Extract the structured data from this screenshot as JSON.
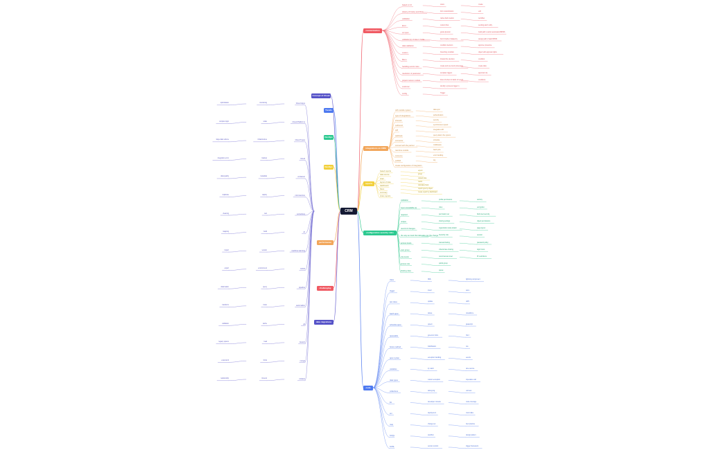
{
  "root": {
    "label": "CRM"
  },
  "colors": {
    "red": "#f05a63",
    "orange": "#f2a65a",
    "yellow": "#f2d03b",
    "green": "#2cc990",
    "blue": "#4d79f0",
    "purple": "#5653c8",
    "link_red": "#f06470",
    "link_orange": "#f3aa60",
    "link_yellow": "#f0cf40",
    "link_green": "#33c98f",
    "link_blue": "#5b82f0",
    "link_purple": "#6a63d0"
  },
  "branches": [
    {
      "label": "customization",
      "color": "red"
    },
    {
      "label": "integrations on CRM",
      "color": "orange"
    },
    {
      "label": "reports",
      "color": "yellow"
    },
    {
      "label": "configuration security rules",
      "color": "green"
    },
    {
      "label": "code",
      "color": "blue"
    },
    {
      "label": "Concept of Cloud",
      "color": "purple"
    },
    {
      "label": "Trends",
      "color": "blue"
    },
    {
      "label": "DevOps",
      "color": "green"
    },
    {
      "label": "DevOps",
      "color": "yellow"
    },
    {
      "label": "performance",
      "color": "orange"
    },
    {
      "label": "challenging",
      "color": "red"
    },
    {
      "label": "data migrations",
      "color": "purple"
    }
  ],
  "nodes": {
    "customization": [
      "based on UI",
      "History of history and Flow",
      "validation",
      "Error",
      "on input",
      "validation(s) of data in fields",
      "data validation",
      "custom",
      "Menu",
      "handling events rules",
      "resolution of parameter",
      "project custom module",
      "customer",
      "config",
      "views",
      "form customization",
      "native field creation",
      "custom flow",
      "guide dynamic",
      "Form/ fields of dataentry",
      "condition decision",
      "branching condition",
      "forward the decision",
      "create and use trend processing",
      "template triggers",
      "ticket of when do fields of record",
      "identify a process trigger in",
      "Trigger",
      "create",
      "edit",
      "workflow",
      "sending alert/ notify",
      "build path to action automation/BPMS",
      "design path of task/ BPMS",
      "approve procedure",
      "object with approval rights",
      "condition",
      "create data",
      "approval rule",
      "conditions"
    ],
    "integrations": [
      "with outside system",
      "type of integrations",
      "inbound",
      "outbound",
      "API",
      "webhook",
      "connector",
      "connect with the partner",
      "real-time outside",
      "consume",
      "publish",
      "create configuration of integration",
      "data sync",
      "authentication",
      "security",
      "synchronous request",
      "integration API",
      "query data in the system",
      "schedule",
      "middleware",
      "batch jobs",
      "error handling",
      "log"
    ],
    "reports": [
      "based reports",
      "data source",
      "chart",
      "layout of data",
      "dashboard",
      "filters",
      "summary",
      "share reports",
      "export",
      "group",
      "related data",
      "matrix",
      "calculated field",
      "report type by object",
      "create report by dashboard"
    ],
    "config": [
      "validation",
      "input unavailable (s)",
      "required",
      "unique",
      "record of changes",
      "the way we track that data also can the change",
      "access levels",
      "user group",
      "role levels",
      "access role",
      "sharing rules",
      "profile permissions",
      "roles",
      "permission set",
      "sharing settings",
      "organization wide default",
      "hierarchy role",
      "manual sharing",
      "criteria base sharing",
      "record access level",
      "public group",
      "queue",
      "territory",
      "encryption",
      "field level security",
      "object permissions",
      "page layout",
      "session",
      "password policy",
      "login hours",
      "IP restrictions"
    ],
    "code": [
      "class",
      "trigger",
      "test class",
      "batch apex",
      "schedule apex",
      "queueable",
      "future method",
      "apex syntax",
      "variables",
      "data types",
      "collections",
      "list",
      "set",
      "map",
      "SOQL",
      "SOSL",
      "DML",
      "insert",
      "update",
      "delete",
      "upsert",
      "governor limits",
      "bulkification",
      "exception handling",
      "try catch",
      "custom exception",
      "debug log",
      "developer console",
      "deployment",
      "change set",
      "sandbox",
      "version control",
      "lightning component",
      "aura",
      "LWC",
      "visualforce",
      "javascript",
      "html",
      "css",
      "events",
      "wire service",
      "imperative call",
      "unit test",
      "code coverage",
      "mock data",
      "best practice",
      "design pattern",
      "trigger framework"
    ],
    "left": [
      "Cloud Apps",
      "Cloud Platforms",
      "Cloud Types",
      "Cloud",
      "container",
      "microservice",
      "serverless",
      "AI",
      "machine learning",
      "CI/CD",
      "pipeline",
      "automation",
      "git",
      "branch",
      "merge",
      "release",
      "monitoring",
      "scale",
      "infrastructure",
      "backup",
      "metadata",
      "deploy",
      "test",
      "build",
      "version",
      "environment",
      "query",
      "index",
      "cache",
      "load",
      "limits",
      "timeout",
      "optimization",
      "complex logic",
      "large data volume",
      "integration error",
      "data quality",
      "duplicate",
      "cleaning",
      "mapping",
      "import",
      "export",
      "data loader",
      "transform",
      "validation",
      "legacy system",
      "external id",
      "relationship"
    ]
  }
}
